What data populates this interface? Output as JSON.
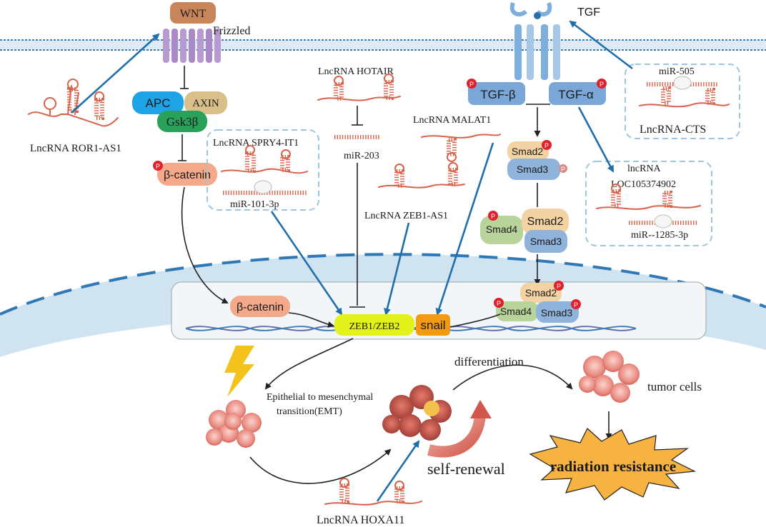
{
  "labels": {
    "wnt": "WNT",
    "frizzled": "Frizzled",
    "apc": "APC",
    "axin": "AXIN",
    "gsk3b": "Gsk3β",
    "beta_catenin": "β-catenin",
    "p": "P",
    "ror1_as1": "LncRNA  ROR1-AS1",
    "spry4_it1": "LncRNA SPRY4-IT1",
    "mir_101": "miR-101-3p",
    "hotair": "LncRNA HOTAIR",
    "mir_203": "miR-203",
    "malat1": "LncRNA  MALAT1",
    "zeb1_as1": "LncRNA ZEB1-AS1",
    "tgf": "TGF",
    "tgf_beta": "TGF-β",
    "tgf_alpha": "TGF-α",
    "mir_505": "miR-505",
    "lncrna_cts": "LncRNA-CTS",
    "lncrna": "lncRNA",
    "loc105374902": "LOC105374902",
    "mir_1285": "miR--1285-3p",
    "smad2": "Smad2",
    "smad3": "Smad3",
    "smad4": "Smad4",
    "zeb": "ZEB1/ZEB2",
    "snail": "snail",
    "emt_line1": "Epithelial to mesenchymal",
    "emt_line2": "transition(EMT)",
    "differentiation": "differentiation",
    "tumor_cells": "tumor cells",
    "self_renewal": "self-renewal",
    "radiation_resistance": "radiation resistance",
    "hoxa11": "LncRNA HOXA11"
  },
  "colors": {
    "arrow_blue": "#1f6fad",
    "rna_red": "#d9634a",
    "zeb_yellow": "#e3f21a",
    "snail_orange": "#f29a14",
    "burst_orange": "#f7b342",
    "nucleus_blue": "#cfe3f1"
  }
}
